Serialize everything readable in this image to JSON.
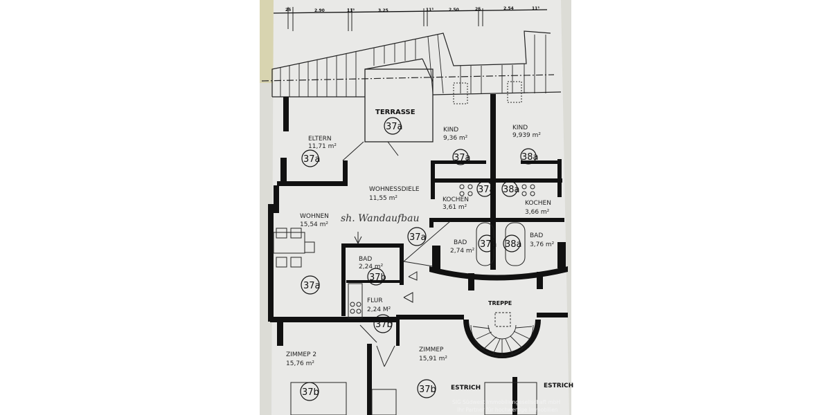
{
  "dimensions": [
    "25",
    "2.90",
    "11⁵",
    "3.25",
    "11⁵",
    "2.50",
    "25",
    "2.54",
    "11⁵"
  ],
  "rooms": {
    "terrasse": {
      "name": "TERRASSE",
      "tag": "37a"
    },
    "eltern": {
      "name": "ELTERN",
      "area": "11,71  m²",
      "tag": "37a"
    },
    "kind1": {
      "name": "KIND",
      "area": "9,36   m²",
      "tag": "37a"
    },
    "kind2": {
      "name": "KIND",
      "area": "9,939  m²",
      "tag": "38a"
    },
    "wohnessdiele": {
      "name": "WOHNESSDIELE",
      "area": "11,55   m²"
    },
    "kochen1": {
      "name": "KOCHEN",
      "area": "3,61  m²",
      "tag": "37a"
    },
    "kochen2": {
      "name": "KOCHEN",
      "area": "3,66  m²",
      "tag": "38a"
    },
    "wohnen": {
      "name": "WOHNEN",
      "area": "15,54  m²",
      "tag": "37a"
    },
    "bad1": {
      "name": "BAD",
      "area": "2,74  m²",
      "tag": "37a"
    },
    "bad2": {
      "name": "BAD",
      "area": "3,76  m²",
      "tag": "38a"
    },
    "bad_small": {
      "name": "BAD",
      "area": "2,24  m²",
      "tag": "37b"
    },
    "flur": {
      "name": "FLUR",
      "area": "2,24  M²",
      "tag": "37b"
    },
    "treppe": {
      "name": "TREPPE"
    },
    "zimmer2": {
      "name": "ZIMMEP 2",
      "area": "15,76   m²",
      "tag": "37b"
    },
    "zimmer": {
      "name": "ZIMMEP",
      "area": "15,91   m²",
      "tag": "37b"
    },
    "estrich1": {
      "name": "ESTRICH"
    },
    "estrich2": {
      "name": "ESTRICH"
    },
    "extra_tag": "37a"
  },
  "annotation": "sh. Wandaufbau",
  "watermark": {
    "line1": "SIG Südwest Immobiliengesellschaft mbH",
    "line2": "Ihr Partner für hochwertige Immobilien"
  },
  "colors": {
    "paper": "#e6e6e4",
    "ink": "#111111",
    "background": "#ffffff"
  }
}
